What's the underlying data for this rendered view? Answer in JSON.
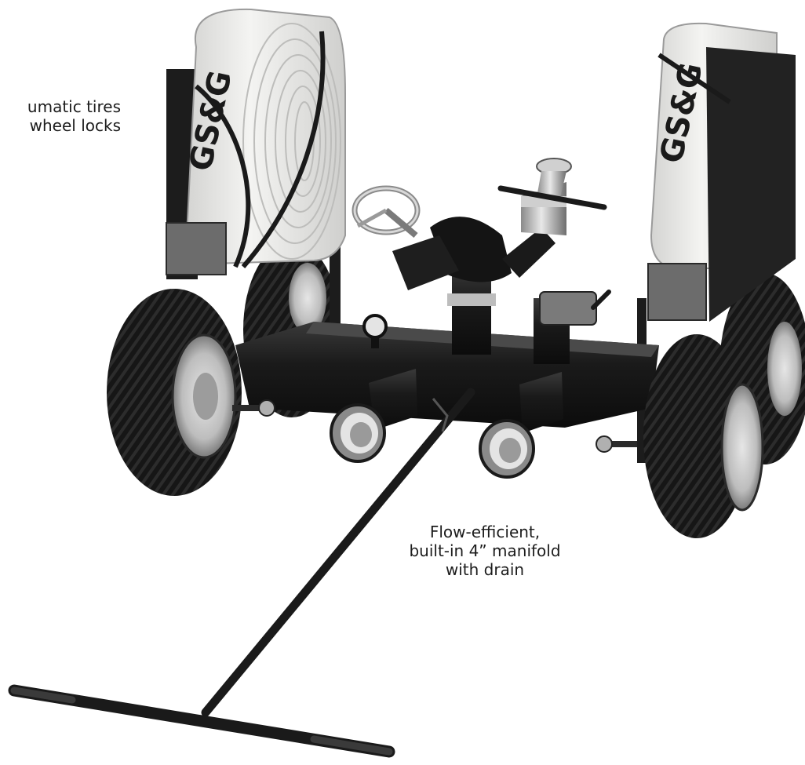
{
  "callouts": {
    "tires": "umatic tires\nwheel locks",
    "manifold": "Flow-efficient,\nbuilt-in 4” manifold\nwith drain"
  },
  "hose_markings": {
    "left": "GS&G",
    "right": "GS&G"
  },
  "colors": {
    "background": "#ffffff",
    "frame": "#1e1e1e",
    "hose": "#ececea",
    "tire": "#141414"
  }
}
